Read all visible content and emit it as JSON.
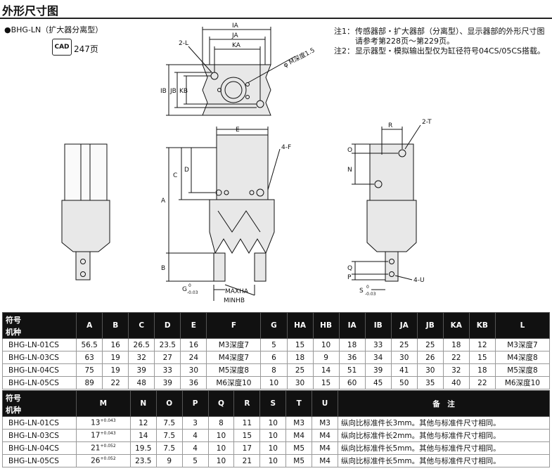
{
  "title": "外形尺寸图",
  "model_label": "●BHG-LN（扩大器分离型）",
  "cad": {
    "icon_text": "CAD",
    "page": "247页"
  },
  "notes": [
    {
      "key": "注1：",
      "text": "传感器部・扩大器部（分离型）、显示器部的外形尺寸图请参考第228页～第229页。"
    },
    {
      "key": "注2：",
      "text": "显示器型・模拟输出型仅为缸径符号04CS/05CS搭载。"
    }
  ],
  "drawing": {
    "labels": {
      "IA": "IA",
      "JA": "JA",
      "KA": "KA",
      "L2": "2-L",
      "IB": "IB",
      "JB": "JB",
      "KB": "KB",
      "M": "φ M深度1.5",
      "E": "E",
      "F4": "4-F",
      "C": "C",
      "D": "D",
      "A": "A",
      "B": "B",
      "G": "G",
      "MAXHA": "MAXHA",
      "MINHB": "MINHB",
      "R": "R",
      "T2": "2-T",
      "O": "O",
      "N": "N",
      "Q": "Q",
      "P": "P",
      "U4": "4-U",
      "S": "S",
      "tol_g": "-0.03",
      "tol_s": "-0.03",
      "tol_zero": "0"
    }
  },
  "table1": {
    "header_top": "符号",
    "header_bottom": "机种",
    "columns": [
      "A",
      "B",
      "C",
      "D",
      "E",
      "F",
      "G",
      "HA",
      "HB",
      "IA",
      "IB",
      "JA",
      "JB",
      "KA",
      "KB",
      "L"
    ],
    "rows": [
      {
        "model": "BHG-LN-01CS",
        "values": [
          "56.5",
          "16",
          "26.5",
          "23.5",
          "16",
          "M3深度7",
          "5",
          "15",
          "10",
          "18",
          "33",
          "25",
          "25",
          "18",
          "12",
          "M3深度7"
        ]
      },
      {
        "model": "BHG-LN-03CS",
        "values": [
          "63",
          "19",
          "32",
          "27",
          "24",
          "M4深度7",
          "6",
          "18",
          "9",
          "36",
          "34",
          "30",
          "26",
          "22",
          "15",
          "M4深度8"
        ]
      },
      {
        "model": "BHG-LN-04CS",
        "values": [
          "75",
          "19",
          "39",
          "33",
          "30",
          "M5深度8",
          "8",
          "25",
          "14",
          "51",
          "39",
          "41",
          "30",
          "32",
          "18",
          "M5深度8"
        ]
      },
      {
        "model": "BHG-LN-05CS",
        "values": [
          "89",
          "22",
          "48",
          "39",
          "36",
          "M6深度10",
          "10",
          "30",
          "15",
          "60",
          "45",
          "50",
          "35",
          "40",
          "22",
          "M6深度10"
        ]
      }
    ]
  },
  "table2": {
    "header_top": "符号",
    "header_bottom": "机种",
    "columns": [
      "M",
      "N",
      "O",
      "P",
      "Q",
      "R",
      "S",
      "T",
      "U",
      "备　注"
    ],
    "rows": [
      {
        "model": "BHG-LN-01CS",
        "m": "13",
        "m_tol": "+0.043",
        "values": [
          "12",
          "7.5",
          "3",
          "8",
          "11",
          "10",
          "M3",
          "M3"
        ],
        "remark": "纵向比标准件长3mm。其他与标准件尺寸相同。"
      },
      {
        "model": "BHG-LN-03CS",
        "m": "17",
        "m_tol": "+0.043",
        "values": [
          "14",
          "7.5",
          "4",
          "10",
          "15",
          "10",
          "M4",
          "M4"
        ],
        "remark": "纵向比标准件长2mm。其他与标准件尺寸相同。"
      },
      {
        "model": "BHG-LN-04CS",
        "m": "21",
        "m_tol": "+0.052",
        "values": [
          "19.5",
          "7.5",
          "4",
          "10",
          "17",
          "10",
          "M5",
          "M4"
        ],
        "remark": "纵向比标准件长5mm。其他与标准件尺寸相同。"
      },
      {
        "model": "BHG-LN-05CS",
        "m": "26",
        "m_tol": "+0.052",
        "values": [
          "23.5",
          "9",
          "5",
          "10",
          "21",
          "10",
          "M5",
          "M4"
        ],
        "remark": "纵向比标准件长5mm。其他与标准件尺寸相同。"
      }
    ]
  }
}
